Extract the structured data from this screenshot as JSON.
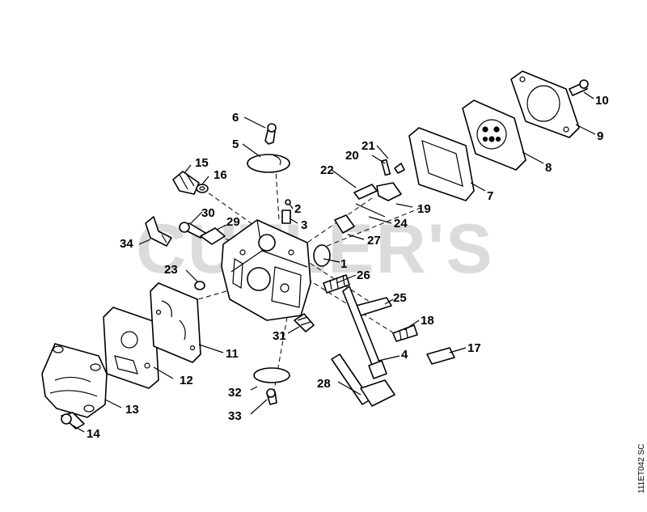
{
  "watermark": "CUTLER'S",
  "doc_ref": "111ET042 SC",
  "callouts": {
    "c1": "1",
    "c2": "2",
    "c3": "3",
    "c4": "4",
    "c5": "5",
    "c6": "6",
    "c7": "7",
    "c8": "8",
    "c9": "9",
    "c10": "10",
    "c11": "11",
    "c12": "12",
    "c13": "13",
    "c14": "14",
    "c15": "15",
    "c16": "16",
    "c17": "17",
    "c18": "18",
    "c19": "19",
    "c20": "20",
    "c21": "21",
    "c22": "22",
    "c23": "23",
    "c24": "24",
    "c25": "25",
    "c26": "26",
    "c27": "27",
    "c28": "28",
    "c29": "29",
    "c30": "30",
    "c31": "31",
    "c32": "32",
    "c33": "33",
    "c34": "34"
  }
}
